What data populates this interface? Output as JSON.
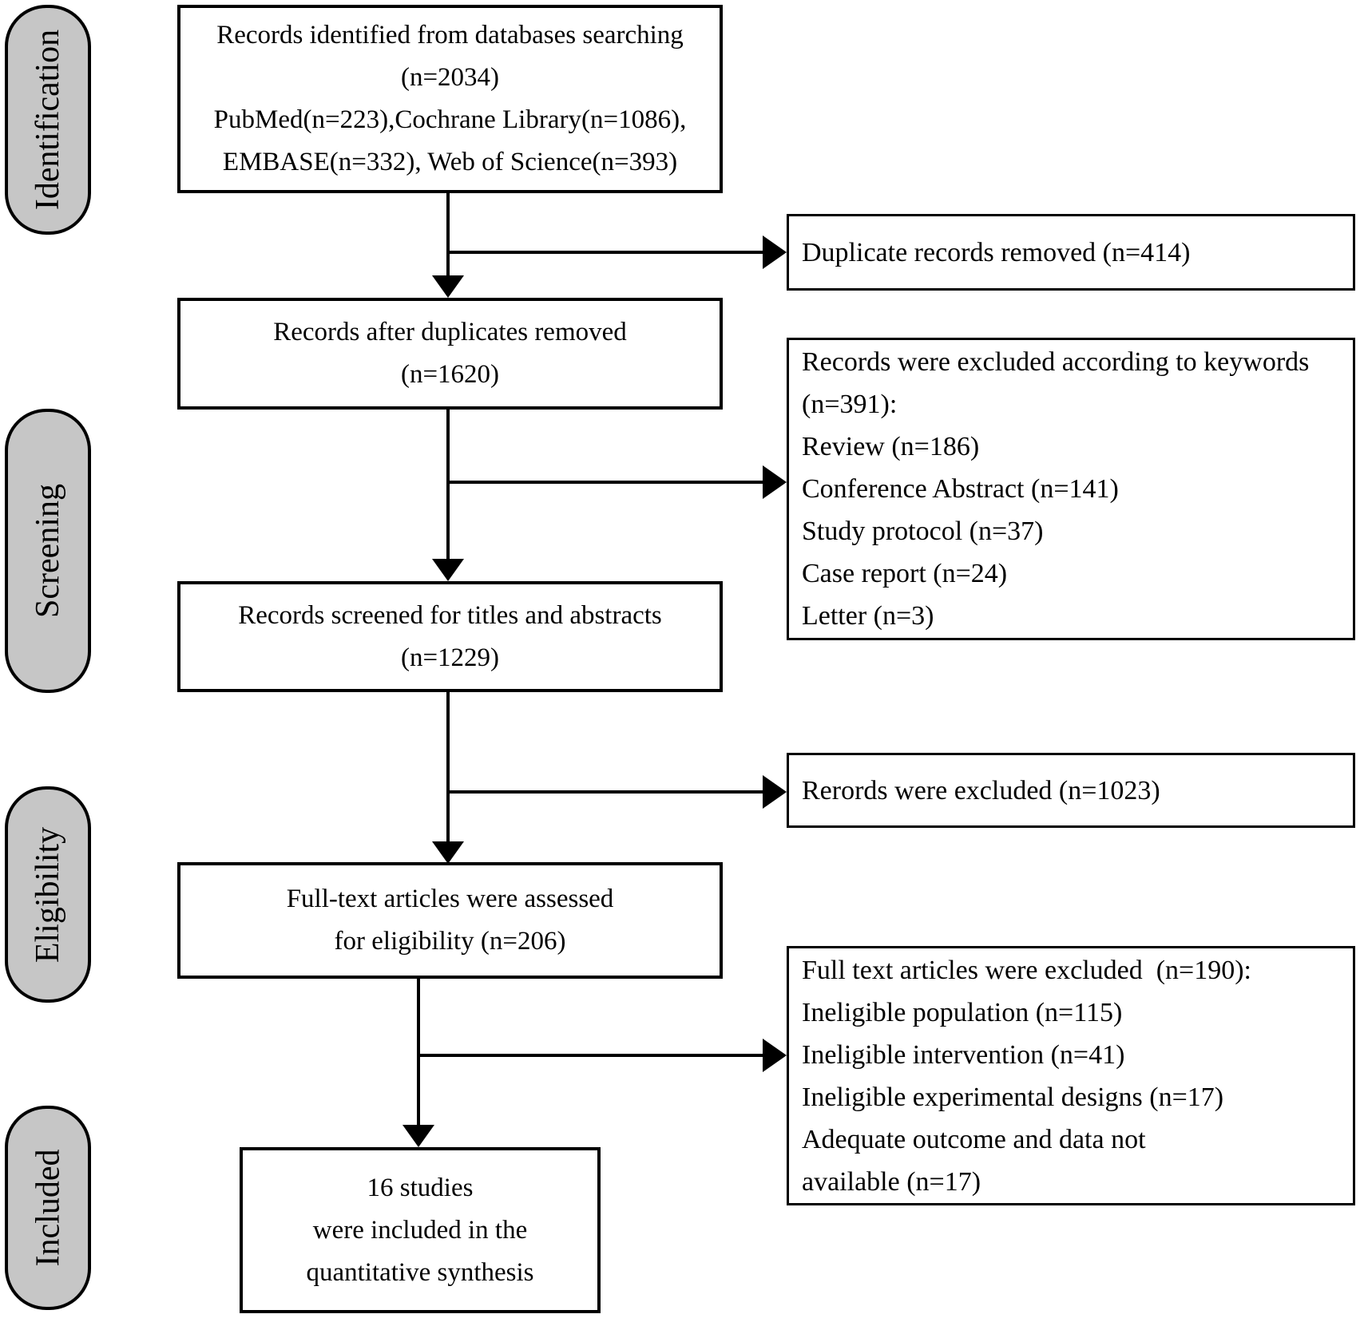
{
  "colors": {
    "background": "#ffffff",
    "pill_fill": "#c6c6c6",
    "border": "#000000",
    "text": "#000000"
  },
  "stage_labels": {
    "identification": "Identification",
    "screening": "Screening",
    "eligibility": "Eligibility",
    "included": "Included"
  },
  "main_boxes": {
    "identified": {
      "lines": [
        "Records identified from databases searching",
        "(n=2034)",
        "PubMed(n=223),Cochrane Library(n=1086),",
        "EMBASE(n=332), Web of Science(n=393)"
      ]
    },
    "after_duplicates": {
      "lines": [
        "Records after duplicates removed",
        "(n=1620)"
      ]
    },
    "screened": {
      "lines": [
        "Records screened for titles and abstracts",
        "(n=1229)"
      ]
    },
    "fulltext_assessed": {
      "lines": [
        "Full-text articles were assessed",
        "for eligibility (n=206)"
      ]
    },
    "included_studies": {
      "lines": [
        "16 studies",
        "were included in the",
        "quantitative synthesis"
      ]
    }
  },
  "exclusion_boxes": {
    "duplicates_removed": {
      "lines": [
        "Duplicate records removed (n=414)"
      ]
    },
    "keyword_excluded": {
      "lines": [
        "Records were excluded according to keywords",
        "(n=391):",
        "Review (n=186)",
        "Conference Abstract (n=141)",
        "Study protocol (n=37)",
        "Case report (n=24)",
        "Letter (n=3)"
      ]
    },
    "records_excluded": {
      "lines": [
        "Rerords were excluded (n=1023)"
      ]
    },
    "fulltext_excluded": {
      "lines": [
        "Full text articles were excluded  (n=190):",
        "Ineligible population (n=115)",
        "Ineligible intervention (n=41)",
        "Ineligible experimental designs (n=17)",
        "Adequate outcome and data not",
        "available (n=17)"
      ]
    }
  }
}
